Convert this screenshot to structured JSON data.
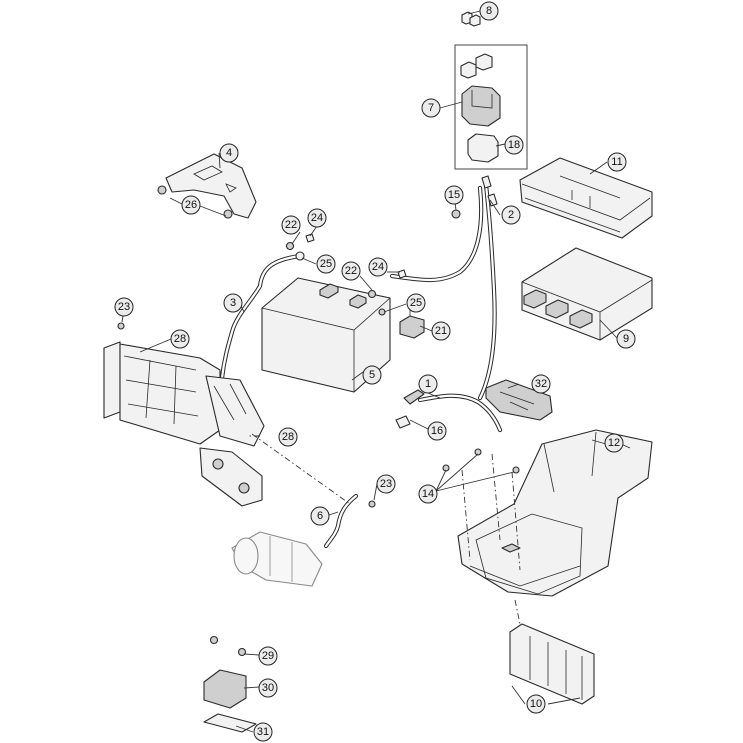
{
  "callouts": {
    "c1": "1",
    "c2": "2",
    "c3": "3",
    "c4": "4",
    "c5": "5",
    "c6": "6",
    "c7": "7",
    "c8": "8",
    "c9": "9",
    "c10": "10",
    "c11": "11",
    "c12": "12",
    "c14": "14",
    "c15": "15",
    "c16": "16",
    "c18": "18",
    "c21": "21",
    "c22a": "22",
    "c22b": "22",
    "c23a": "23",
    "c23b": "23",
    "c24a": "24",
    "c24b": "24",
    "c25a": "25",
    "c25b": "25",
    "c26": "26",
    "c28a": "28",
    "c28b": "28",
    "c29": "29",
    "c30": "30",
    "c31": "31",
    "c32": "32"
  }
}
